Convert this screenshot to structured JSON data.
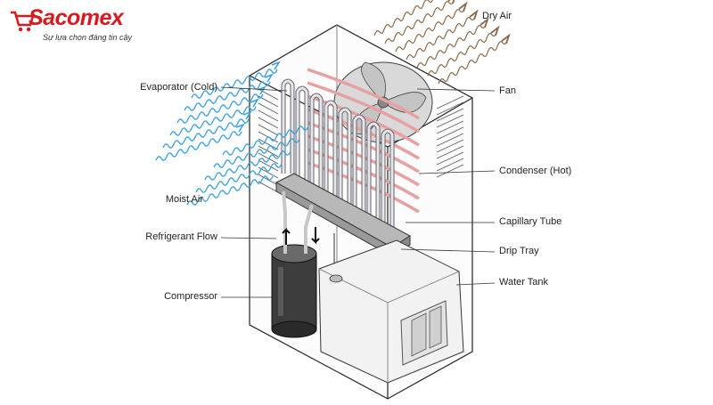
{
  "brand": {
    "name": "Sacomex",
    "tagline": "Sự lựa chọn đáng tin cậy",
    "color": "#d71920"
  },
  "labels": {
    "dry_air": "Dry Air",
    "fan": "Fan",
    "evaporator": "Evaporator (Cold)",
    "condenser": "Condenser (Hot)",
    "moist_air": "Moist Air",
    "capillary_tube": "Capillary Tube",
    "refrigerant_flow": "Refrigerant Flow",
    "drip_tray": "Drip Tray",
    "compressor": "Compressor",
    "water_tank": "Water Tank"
  },
  "colors": {
    "moist_air": "#3aa0e0",
    "dry_air": "#8a6a4a",
    "condenser": "#e8a0a0",
    "evaporator": "#d8d8e0"
  }
}
